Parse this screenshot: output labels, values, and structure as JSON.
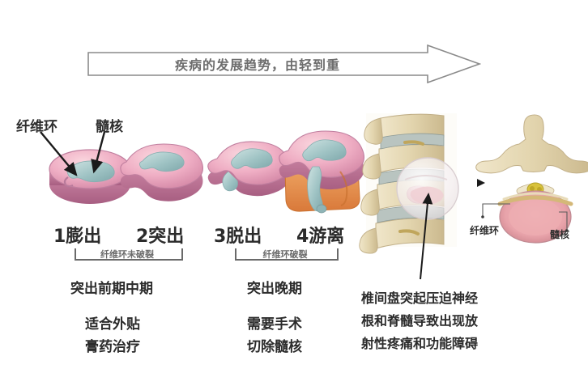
{
  "banner": {
    "text": "疾病的发展趋势，由轻到重",
    "outline_color": "#8a8a8a",
    "fill_color": "#ffffff",
    "text_color": "#6d6d6d"
  },
  "left_callouts": [
    {
      "label": "纤维环",
      "name": "annulus-fibrosus-label"
    },
    {
      "label": "髓核",
      "name": "nucleus-pulposus-label"
    }
  ],
  "stages": [
    {
      "num": "1",
      "name": "膨出",
      "label": "1膨出"
    },
    {
      "num": "2",
      "name": "突出",
      "label": "2突出"
    },
    {
      "num": "3",
      "name": "脱出",
      "label": "3脱出"
    },
    {
      "num": "4",
      "name": "游离",
      "label": "4游离"
    }
  ],
  "brackets": [
    {
      "text": "纤维环未破裂",
      "covers": "1-2"
    },
    {
      "text": "纤维环破裂",
      "covers": "3-4"
    }
  ],
  "phases": [
    {
      "title": "突出前期中期",
      "treatment": [
        "适合外贴",
        "膏药治疗"
      ]
    },
    {
      "title": "突出晚期",
      "treatment": [
        "需要手术",
        "切除髓核"
      ]
    }
  ],
  "axial_labels": [
    {
      "label": "纤维环",
      "name": "axial-annulus-label"
    },
    {
      "label": "髓核",
      "name": "axial-nucleus-label"
    }
  ],
  "annotation": {
    "lines": [
      "椎间盘突起压迫神经",
      "根和脊髓导致出现放",
      "射性疼痛和功能障碍"
    ]
  },
  "colors": {
    "disc_outer_light": "#f6c2cf",
    "disc_outer_mid": "#e79bb3",
    "disc_outer_dark": "#b76a8d",
    "nucleus": "#9fc3c4",
    "nucleus_light": "#c3dcdb",
    "vertebra_bone": "#e8dcba",
    "vertebra_shade": "#cdbd93",
    "vertebra_orange": "#e8944f",
    "nerve_yellow": "#d8c23c",
    "arrow_black": "#1a1a1a",
    "text_dark": "#2b2b2b",
    "text_gray": "#6a6a6a"
  }
}
